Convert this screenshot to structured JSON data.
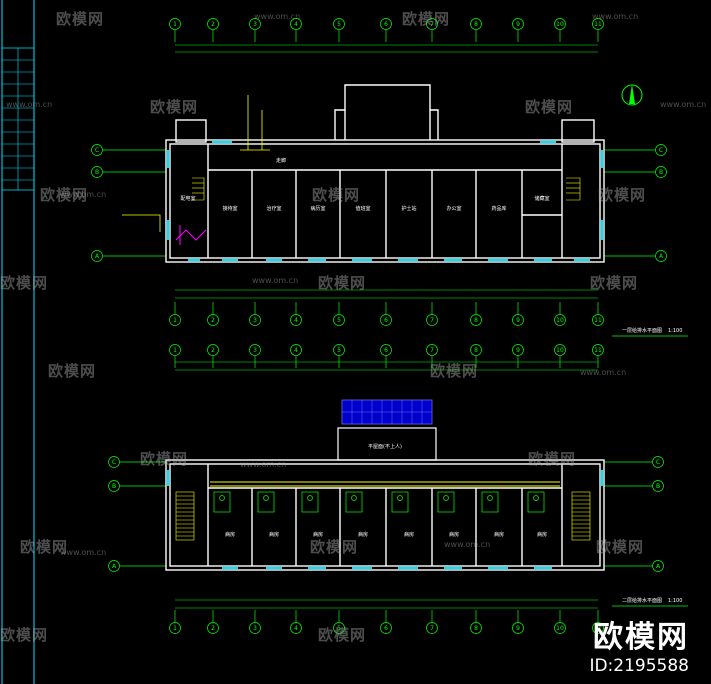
{
  "watermark": {
    "brand": "欧模网",
    "url": "www.om.cn",
    "id": "ID:2195588"
  },
  "plan_top": {
    "title": "一层给排水平面图",
    "scale": "1:100",
    "column_ids": [
      "1",
      "2",
      "3",
      "4",
      "5",
      "6",
      "7",
      "8",
      "9",
      "10",
      "11"
    ],
    "row_ids": [
      "C",
      "B",
      "A"
    ],
    "rooms": [
      "配电室",
      "接待室",
      "治疗室",
      "病历室",
      "值班室",
      "护士站",
      "办公室",
      "药品库",
      "储藏室"
    ],
    "corridor": "走廊"
  },
  "plan_bottom": {
    "title": "二层给排水平面图",
    "scale": "1:100",
    "column_ids": [
      "1",
      "2",
      "3",
      "4",
      "5",
      "6",
      "7",
      "8",
      "9",
      "10",
      "11"
    ],
    "row_ids": [
      "C",
      "B",
      "A"
    ],
    "rooms": [
      "病房",
      "病房",
      "病房",
      "病房",
      "病房",
      "病房",
      "病房",
      "病房"
    ],
    "terrace": "平屋面(不上人)"
  },
  "colors": {
    "background": "#000000",
    "axis": "#00ff00",
    "wall": "#ffffff",
    "window": "#00e5ff",
    "pipe": "#ffff00",
    "label": "#00ff00"
  }
}
